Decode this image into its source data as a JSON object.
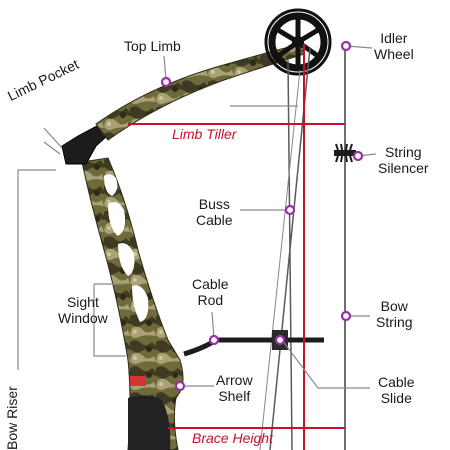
{
  "colors": {
    "background": "#ffffff",
    "text": "#1a1a1a",
    "measure_red": "#c8102e",
    "marker_purple": "#9b2fa8",
    "leader_gray": "#8a8a8a",
    "cam_black": "#111111",
    "camo_dark": "#3e3b22",
    "camo_mid": "#6f6a3a",
    "camo_light": "#a9a178"
  },
  "labels": {
    "top_limb": "Top Limb",
    "limb_pocket": "Limb Pocket",
    "limb_tiller": "Limb Tiller",
    "idler_wheel": [
      "Idler",
      "Wheel"
    ],
    "string_silencer": [
      "String",
      "Silencer"
    ],
    "buss_cable": [
      "Buss",
      "Cable"
    ],
    "cable_rod": [
      "Cable",
      "Rod"
    ],
    "sight_window": [
      "Sight",
      "Window"
    ],
    "bow_string": [
      "Bow",
      "String"
    ],
    "arrow_shelf": [
      "Arrow",
      "Shelf"
    ],
    "cable_slide": [
      "Cable",
      "Slide"
    ],
    "bow_riser": "Bow Riser",
    "brace_height": "Brace Height"
  },
  "icons": {
    "marker": "purple-ring-marker",
    "idler_wheel": "idler-wheel-icon",
    "string_silencer": "string-silencer-icon",
    "logo_badge": "riser-logo-badge"
  }
}
